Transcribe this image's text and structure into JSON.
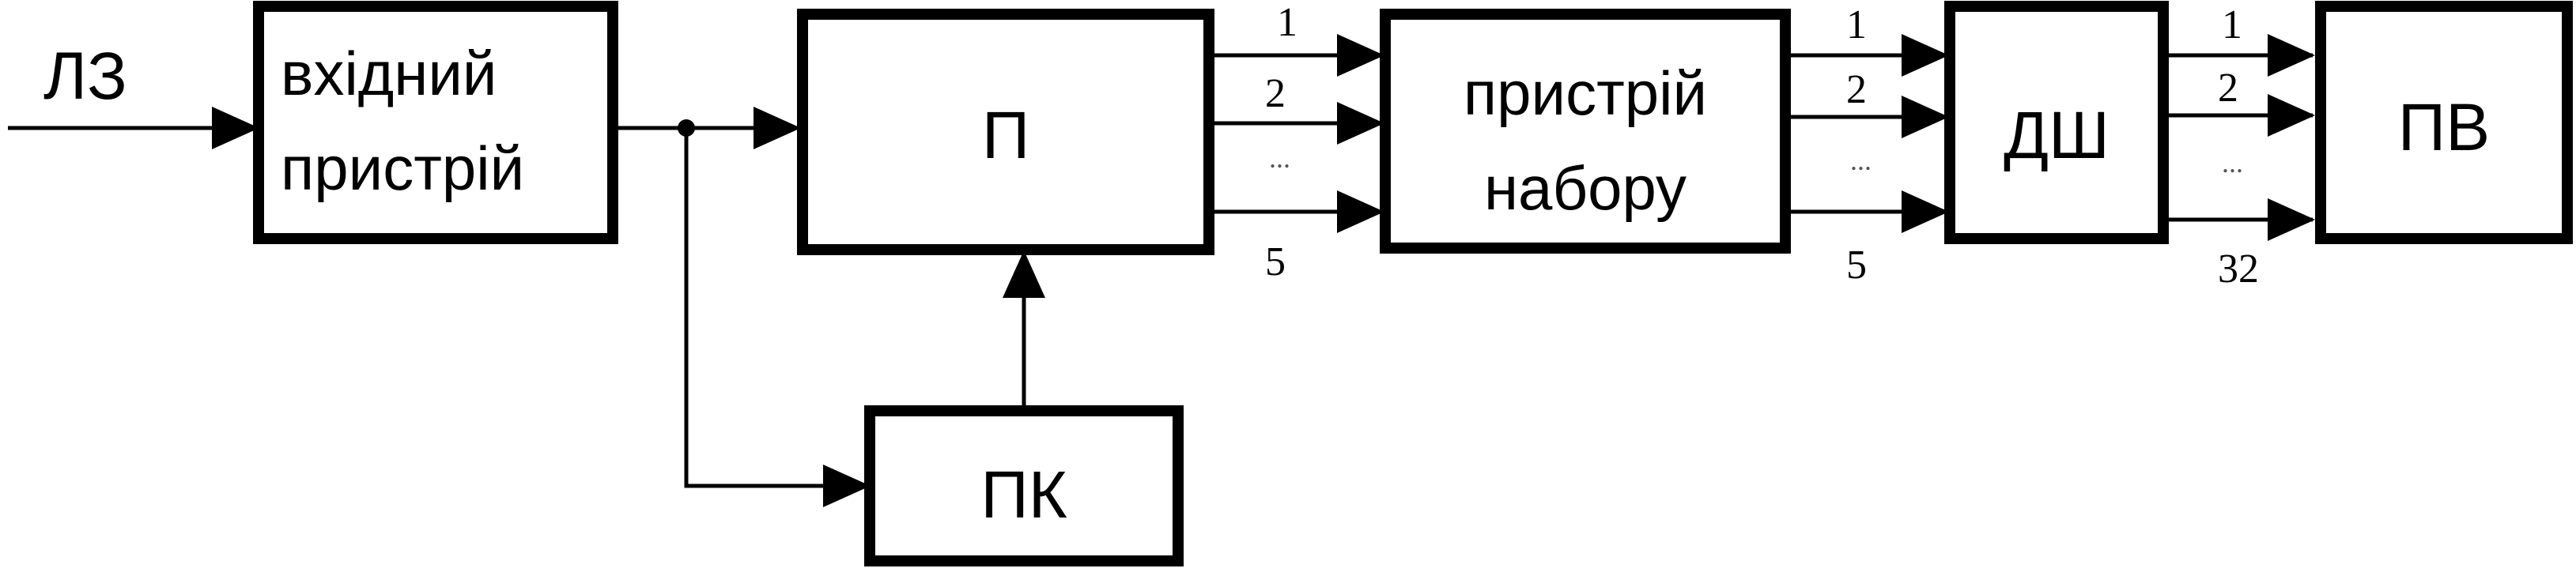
{
  "input_label": "ЛЗ",
  "blocks": {
    "input_device": [
      "вхідний",
      "пристрій"
    ],
    "p": "П",
    "pk": "ПК",
    "set_device": [
      "пристрій",
      "набору"
    ],
    "dsh": "ДШ",
    "pv": "ПВ"
  },
  "bus_p_to_set": {
    "top": "1",
    "second": "2",
    "gap": "...",
    "last": "5"
  },
  "bus_set_to_dsh": {
    "top": "1",
    "second": "2",
    "gap": "...",
    "last": "5"
  },
  "bus_dsh_to_pv": {
    "top": "1",
    "second": "2",
    "gap": "...",
    "last": "32"
  }
}
